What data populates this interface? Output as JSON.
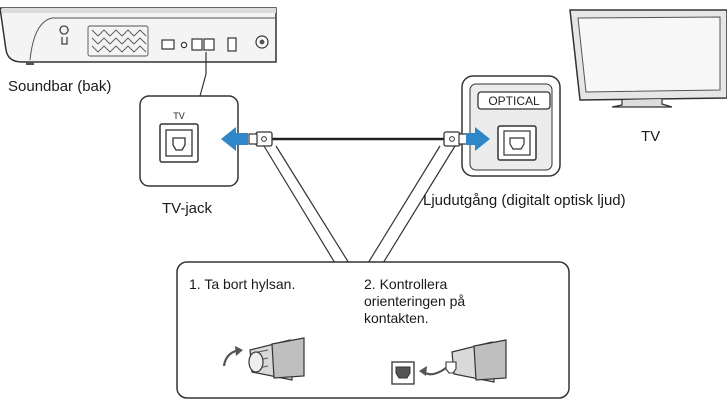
{
  "labels": {
    "soundbar": "Soundbar (bak)",
    "tv": "TV",
    "tv_jack": "TV-jack",
    "audio_output": "Ljudutgång (digitalt optisk ljud)",
    "optical_badge": "OPTICAL",
    "tv_port_small": "TV"
  },
  "steps": [
    {
      "text": "1. Ta bort hylsan."
    },
    {
      "text": "2. Kontrollera\norienteringen på\nkontakten."
    }
  ],
  "colors": {
    "arrow": "#2f86c9",
    "stroke": "#333333",
    "light_fill": "#ececec"
  }
}
